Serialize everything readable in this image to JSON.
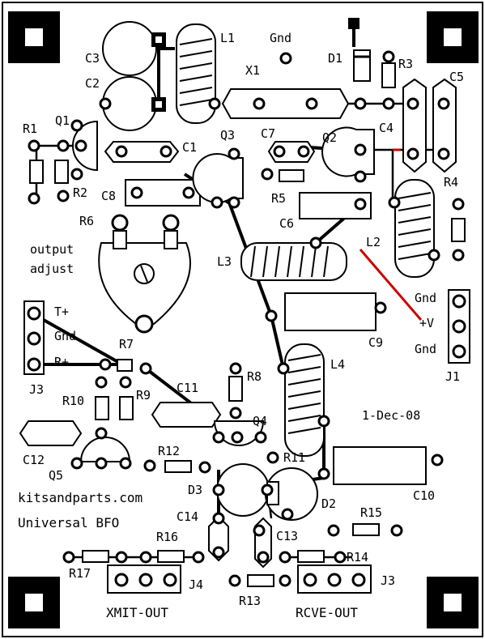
{
  "board": {
    "ground_top": "Gnd",
    "date": "1-Dec-08",
    "website": "kitsandparts.com",
    "title": "Universal BFO",
    "output_adjust_1": "output",
    "output_adjust_2": "adjust",
    "xmit_out": "XMIT-OUT",
    "rcve_out": "RCVE-OUT"
  },
  "components": {
    "C1": "C1",
    "C2": "C2",
    "C3": "C3",
    "C4": "C4",
    "C5": "C5",
    "C6": "C6",
    "C7": "C7",
    "C8": "C8",
    "C9": "C9",
    "C10": "C10",
    "C11": "C11",
    "C12": "C12",
    "C13": "C13",
    "C14": "C14",
    "R1": "R1",
    "R2": "R2",
    "R3": "R3",
    "R4": "R4",
    "R5": "R5",
    "R6": "R6",
    "R7": "R7",
    "R8": "R8",
    "R9": "R9",
    "R10": "R10",
    "R11": "R11",
    "R12": "R12",
    "R13": "R13",
    "R14": "R14",
    "R15": "R15",
    "R16": "R16",
    "R17": "R17",
    "Q1": "Q1",
    "Q2": "Q2",
    "Q3": "Q3",
    "Q4": "Q4",
    "Q5": "Q5",
    "L1": "L1",
    "L2": "L2",
    "L3": "L3",
    "L4": "L4",
    "D1": "D1",
    "D2": "D2",
    "D3": "D3",
    "X1": "X1",
    "J1": "J1",
    "J3_left": "J3",
    "J3_bottom": "J3",
    "J4": "J4"
  },
  "j1_pins": {
    "gnd_a": "Gnd",
    "plus_v": "+V",
    "gnd_b": "Gnd"
  },
  "j3_pins": {
    "t_plus": "T+",
    "gnd": "Gnd",
    "r_plus": "R+"
  },
  "colors": {
    "ink": "#000000",
    "trace_red": "#cc0000",
    "paper": "#ffffff"
  }
}
